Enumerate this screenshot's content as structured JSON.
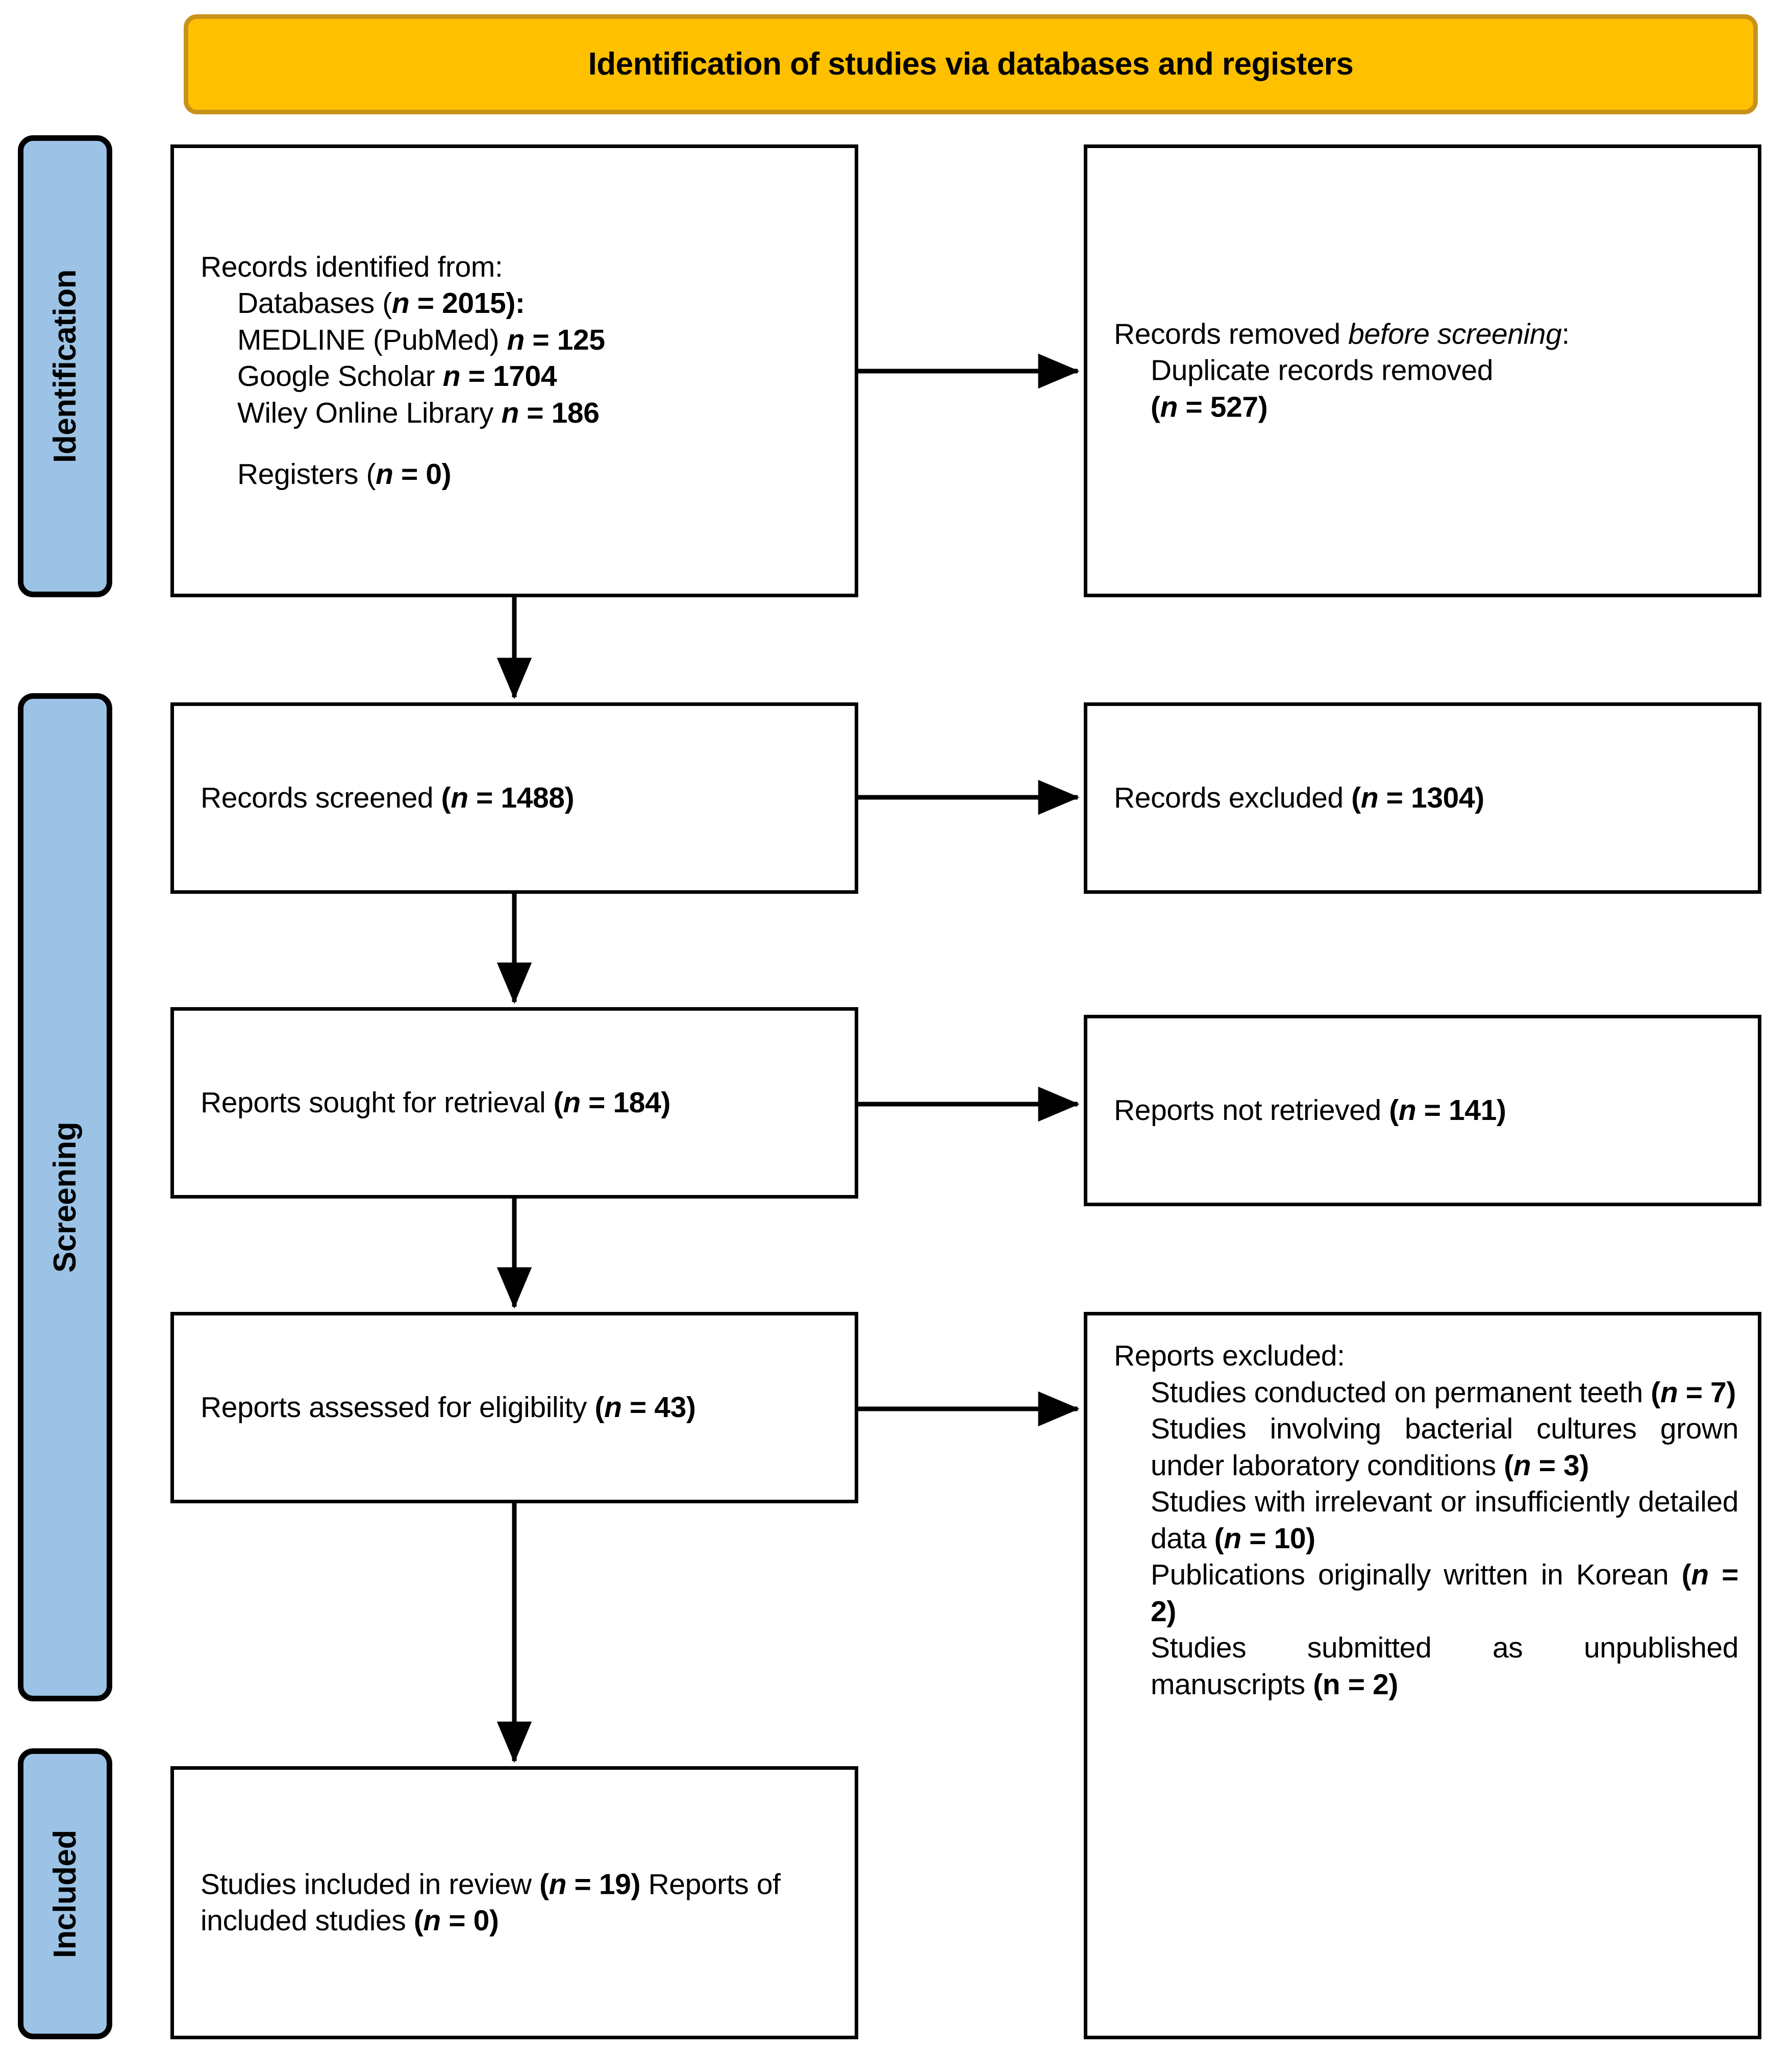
{
  "banner": {
    "title": "Identification of studies via databases and registers"
  },
  "stages": [
    {
      "id": "identification",
      "label": "Identification"
    },
    {
      "id": "screening",
      "label": "Screening"
    },
    {
      "id": "included",
      "label": "Included"
    }
  ],
  "colors": {
    "banner_fill": "#FFC000",
    "banner_border": "#C8921A",
    "stage_fill": "#9CC3E5",
    "stage_border": "#000000",
    "box_border": "#000000",
    "connector": "#000000",
    "text": "#000000"
  },
  "boxes": {
    "identified": {
      "heading": "Records identified from:",
      "lines": [
        {
          "text": "Databases (",
          "n_label": "n",
          "eq": " = ",
          "value": "2015",
          "suffix": "):",
          "indent": true
        },
        {
          "text": "MEDLINE (PubMed)",
          "n_label": "n",
          "eq": " = ",
          "value": "125",
          "suffix": "",
          "indent": true
        },
        {
          "text": "Google Scholar",
          "n_label": "n",
          "eq": " = ",
          "value": "1704",
          "suffix": "",
          "indent": true
        },
        {
          "text": "Wiley Online Library",
          "n_label": "n",
          "eq": " = ",
          "value": "186",
          "suffix": "",
          "indent": true
        }
      ],
      "registers": {
        "text": "Registers (",
        "n_label": "n",
        "eq": " = ",
        "value": "0",
        "suffix": ")",
        "indent": true
      }
    },
    "removed": {
      "heading_pre": "Records removed ",
      "heading_italic": "before screening",
      "heading_post": ":",
      "item": "Duplicate records removed",
      "count": {
        "open": "(",
        "n_label": "n",
        "eq": " = ",
        "value": "527",
        "close": ")"
      }
    },
    "screened": {
      "title": "Records screened",
      "count": {
        "open": "(",
        "n_label": "n",
        "eq": " = ",
        "value": "1488",
        "close": ")"
      }
    },
    "excluded": {
      "title": "Records excluded",
      "count": {
        "open": "(",
        "n_label": "n",
        "eq": " = ",
        "value": "1304",
        "close": ")"
      }
    },
    "sought": {
      "title": "Reports sought for retrieval",
      "count": {
        "open": "(",
        "n_label": "n",
        "eq": " = ",
        "value": "184",
        "close": ")"
      }
    },
    "not_retrieved": {
      "title": "Reports not retrieved",
      "count": {
        "open": "(",
        "n_label": "n",
        "eq": " = ",
        "value": "141",
        "close": ")"
      }
    },
    "assessed": {
      "title": "Reports assessed for eligibility",
      "count": {
        "open": "(",
        "n_label": "n",
        "eq": " = ",
        "value": "43",
        "close": ")"
      }
    },
    "reports_excluded": {
      "heading": "Reports excluded:",
      "reasons": [
        {
          "text": "Studies conducted on permanent teeth",
          "open": "(",
          "n_label": "n",
          "eq": " = ",
          "value": "7",
          "close": ")",
          "n_italic": true
        },
        {
          "text": "Studies involving bacterial cultures grown under laboratory conditions",
          "open": "(",
          "n_label": "n",
          "eq": " = ",
          "value": "3",
          "close": ")",
          "n_italic": true
        },
        {
          "text": "Studies with irrelevant or insufficiently detailed data",
          "open": "(",
          "n_label": "n",
          "eq": " = ",
          "value": "10",
          "close": ")",
          "n_italic": true
        },
        {
          "text": "Publications originally written in Korean",
          "open": "(",
          "n_label": "n",
          "eq": " = ",
          "value": "2",
          "close": ")",
          "n_italic": true
        },
        {
          "text": "Studies submitted as unpublished manuscripts",
          "open": "(",
          "n_label": "n",
          "eq": " = ",
          "value": "2",
          "close": ")",
          "n_italic": false
        }
      ]
    },
    "included": {
      "title_1": "Studies included in review",
      "count_1": {
        "open": "(",
        "n_label": "n",
        "eq": " = ",
        "value": "19",
        "close": ")"
      },
      "title_2": "Reports of included studies",
      "count_2": {
        "open": "(",
        "n_label": "n",
        "eq": " = ",
        "value": "0",
        "close": ")"
      }
    }
  },
  "connectors": [
    {
      "name": "identified-to-removed",
      "type": "horizontal-arrow"
    },
    {
      "name": "identified-to-screened",
      "type": "vertical-arrow"
    },
    {
      "name": "screened-to-excluded",
      "type": "horizontal-arrow"
    },
    {
      "name": "screened-to-sought",
      "type": "vertical-arrow"
    },
    {
      "name": "sought-to-notretrieved",
      "type": "horizontal-arrow"
    },
    {
      "name": "sought-to-assessed",
      "type": "vertical-arrow"
    },
    {
      "name": "assessed-to-repexcluded",
      "type": "horizontal-arrow"
    },
    {
      "name": "assessed-to-included",
      "type": "vertical-arrow"
    }
  ]
}
